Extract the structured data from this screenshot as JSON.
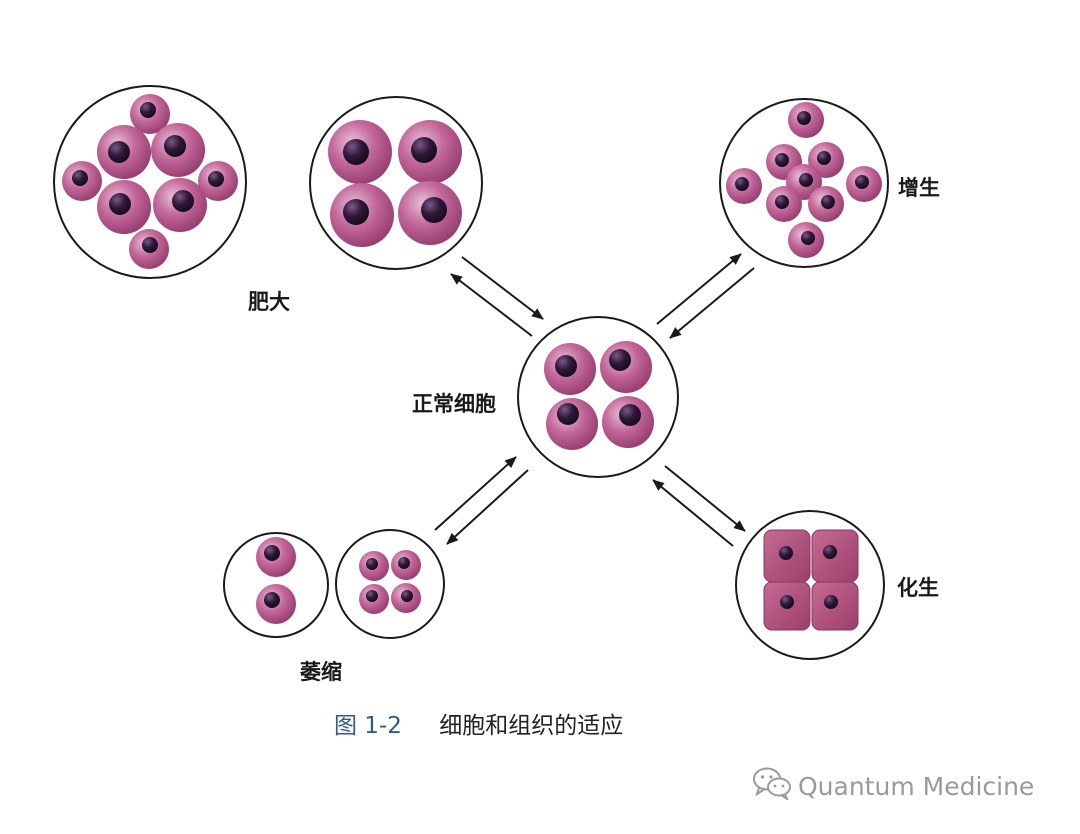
{
  "labels": {
    "hypertrophy": "肥大",
    "hyperplasia": "增生",
    "normal": "正常细胞",
    "atrophy": "萎缩",
    "metaplasia": "化生"
  },
  "caption": {
    "figure": "图 1-2",
    "text": "细胞和组织的适应"
  },
  "watermark": {
    "icon": "wechat-icon",
    "text": "Quantum Medicine"
  },
  "colors": {
    "cell": "#b9598b",
    "nucleus": "#2a1633",
    "outline": "#1a1a1a",
    "caption_number": "#2f5a8f"
  }
}
